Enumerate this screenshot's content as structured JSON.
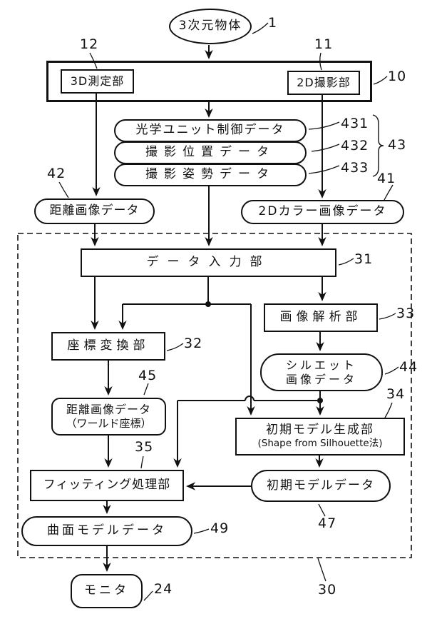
{
  "figure": {
    "background": "#ffffff",
    "line_color": "#111111"
  },
  "nodes": {
    "object_3d": {
      "label": "3次元物体",
      "ref": "1"
    },
    "unit_10": {
      "ref": "10"
    },
    "measure_3d": {
      "label": "3D測定部",
      "ref": "12"
    },
    "capture_2d": {
      "label": "2D撮影部",
      "ref": "11"
    },
    "optical_unit_control_data": {
      "label": "光学ユニット制御データ",
      "ref": "431"
    },
    "shooting_position_data": {
      "label": "撮影位置データ",
      "ref": "432"
    },
    "shooting_posture_data": {
      "label": "撮影姿勢データ",
      "ref": "433"
    },
    "data_group": {
      "ref": "43"
    },
    "range_image_data": {
      "label": "距離画像データ",
      "ref": "42"
    },
    "color_image_data": {
      "label": "2Dカラー画像データ",
      "ref": "41"
    },
    "data_input": {
      "label": "データ入力部",
      "ref": "31"
    },
    "coordinate_conversion": {
      "label": "座標変換部",
      "ref": "32"
    },
    "image_analysis": {
      "label": "画像解析部",
      "ref": "33"
    },
    "silhouette_image_data": {
      "label1": "シルエット",
      "label2": "画像データ",
      "ref": "44"
    },
    "range_image_world": {
      "label1": "距離画像データ",
      "label2": "（ワールド座標）",
      "ref": "45"
    },
    "initial_model_generation": {
      "label1": "初期モデル生成部",
      "label2": "(Shape from Silhouette法)",
      "ref": "34"
    },
    "fitting_processor": {
      "label": "フィッティング処理部",
      "ref": "35"
    },
    "initial_model_data": {
      "label": "初期モデルデータ",
      "ref": "47"
    },
    "surface_model_data": {
      "label": "曲面モデルデータ",
      "ref": "49"
    },
    "monitor": {
      "label": "モニタ",
      "ref": "24"
    },
    "system_boundary": {
      "ref": "30"
    }
  }
}
